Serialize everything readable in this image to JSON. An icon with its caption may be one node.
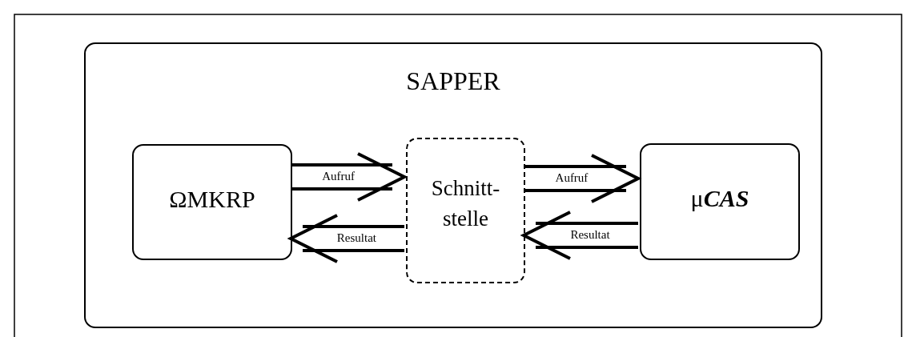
{
  "diagram": {
    "nodes": [
      {
        "text": [
          "SAPPER"
        ]
      },
      {
        "text": [
          "ΩMKRP"
        ],
        "in": 0
      },
      {
        "text": [
          "Schnitt- stelle"
        ],
        "in": 0
      },
      {
        "text": [
          "μ**CAS**"
        ],
        "in": 0
      }
    ],
    "edges": [
      {
        "from": 1,
        "to": 2,
        "arrow": "to",
        "label": "Aufruf"
      },
      {
        "from": 2,
        "to": 1,
        "arrow": "to",
        "label": "Resultat"
      },
      {
        "from": 2,
        "to": 3,
        "arrow": "to",
        "label": "Aufruf"
      },
      {
        "from": 3,
        "to": 2,
        "arrow": "to",
        "label": "Resultat"
      }
    ]
  }
}
